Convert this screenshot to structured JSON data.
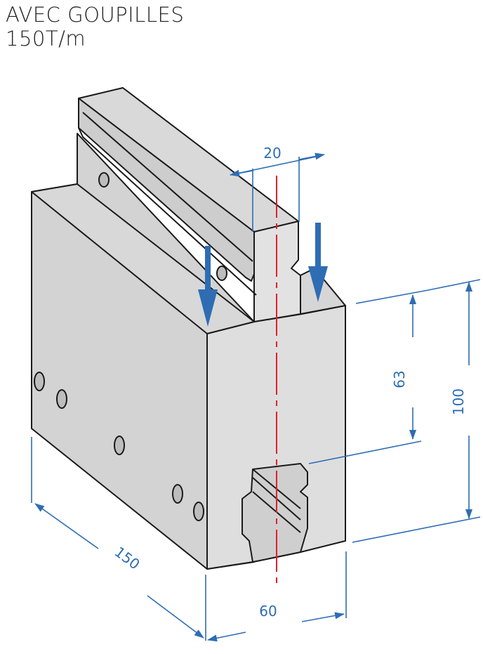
{
  "header": {
    "title": "AVEC GOUPILLES",
    "subtitle": "150T/m"
  },
  "dimensions": {
    "slot_width": "20",
    "depth": "63",
    "height": "100",
    "length": "150",
    "width": "60"
  },
  "colors": {
    "dimension": "#2e6db4",
    "centerline": "#e0202a",
    "face_front": "#dcdcdc",
    "face_top": "#d6d6d6",
    "face_side": "#cfcfcf",
    "outline": "#1a1a1a",
    "force_arrow": "#2e6db4"
  }
}
